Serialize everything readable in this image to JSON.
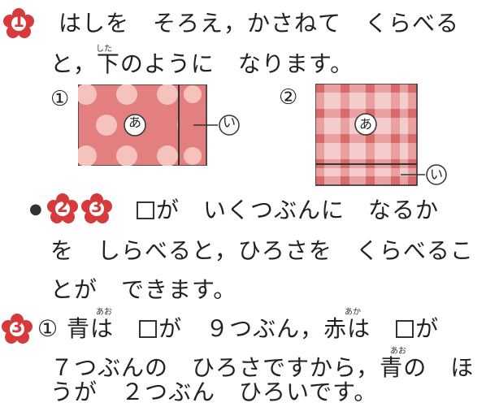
{
  "problem1": {
    "number": "1",
    "line1": "はしを　そろえ，かさねて　くらべる",
    "line2_part1": "と，",
    "line2_kanji": "下",
    "line2_kanji_ruby": "した",
    "line2_part2": "のように　なります。"
  },
  "figures": {
    "fig1_label": "①",
    "fig2_label": "②",
    "a_label": "あ",
    "i_label": "い"
  },
  "problem23": {
    "bullet": "●",
    "num2": "2",
    "num3": "3",
    "line1_after_square": "が　いくつぶんに　なるか",
    "line2": "を　しらべると，ひろさを　くらべるこ",
    "line3": "とが　できます。"
  },
  "problem3": {
    "number": "3",
    "sub": "①",
    "kanji_ao": "青",
    "ruby_ao": "あお",
    "text1": "は",
    "text2": "が　９つぶん，",
    "kanji_aka": "赤",
    "ruby_aka": "あか",
    "text3": "は",
    "text4": "が",
    "line2_part1": "７つぶんの　ひろさですから，",
    "line2_kanji": "青",
    "line2_ruby": "あお",
    "line2_part2": "の　ほ",
    "line3": "うが　２つぶん　ひろいです。"
  },
  "colors": {
    "accent_red": "#d63a3a",
    "fabric_pink": "#e47f7f",
    "dot_pink": "#f5c2bd",
    "check_dark": "#d86a6a",
    "check_light": "#f4cccc"
  }
}
